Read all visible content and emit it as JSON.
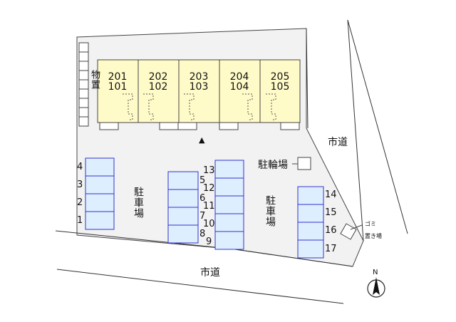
{
  "units": [
    {
      "upper": "201",
      "lower": "101"
    },
    {
      "upper": "202",
      "lower": "102"
    },
    {
      "upper": "203",
      "lower": "103"
    },
    {
      "upper": "204",
      "lower": "104"
    },
    {
      "upper": "205",
      "lower": "105"
    }
  ],
  "labels": {
    "storage": "物置",
    "parking": "駐車場",
    "bicycle_parking": "駐輪場",
    "city_road": "市道",
    "garbage_line1": "ゴミ",
    "garbage_line2": "置き場",
    "north": "N",
    "entrance_marker": "▲"
  },
  "parking_left_numbers": [
    "4",
    "3",
    "2",
    "1"
  ],
  "parking_mid_left_numbers": [
    "5",
    "6",
    "7",
    "8"
  ],
  "parking_mid_right_numbers": [
    "13",
    "12",
    "11",
    "10",
    "9"
  ],
  "parking_right_numbers": [
    "14",
    "15",
    "16",
    "17"
  ],
  "colors": {
    "building_fill": "#fffbc8",
    "parking_fill": "#ddeeff",
    "parking_stroke": "#3333cc",
    "lot_fill": "#f2f2f2"
  }
}
